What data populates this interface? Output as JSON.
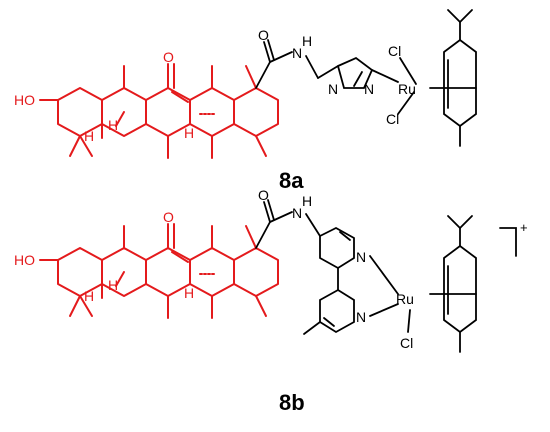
{
  "compounds": [
    {
      "id": "8a",
      "label": "8a",
      "atoms": {
        "ho": "HO",
        "o": "O",
        "o_amide": "O",
        "h1": "H",
        "h2": "H",
        "h3": "H",
        "nh": "H",
        "n_amide": "N",
        "n_im1": "N",
        "n_im2": "N",
        "ru": "Ru",
        "cl1": "Cl",
        "cl2": "Cl"
      }
    },
    {
      "id": "8b",
      "label": "8b",
      "charge": "+",
      "atoms": {
        "ho": "HO",
        "o": "O",
        "o_amide": "O",
        "h1": "H",
        "h2": "H",
        "h3": "H",
        "nh": "H",
        "n_amide": "N",
        "n_py1": "N",
        "n_py2": "N",
        "ru": "Ru",
        "cl": "Cl"
      }
    }
  ],
  "colors": {
    "scaffold": "#e41a1c",
    "ligand": "#000000"
  }
}
